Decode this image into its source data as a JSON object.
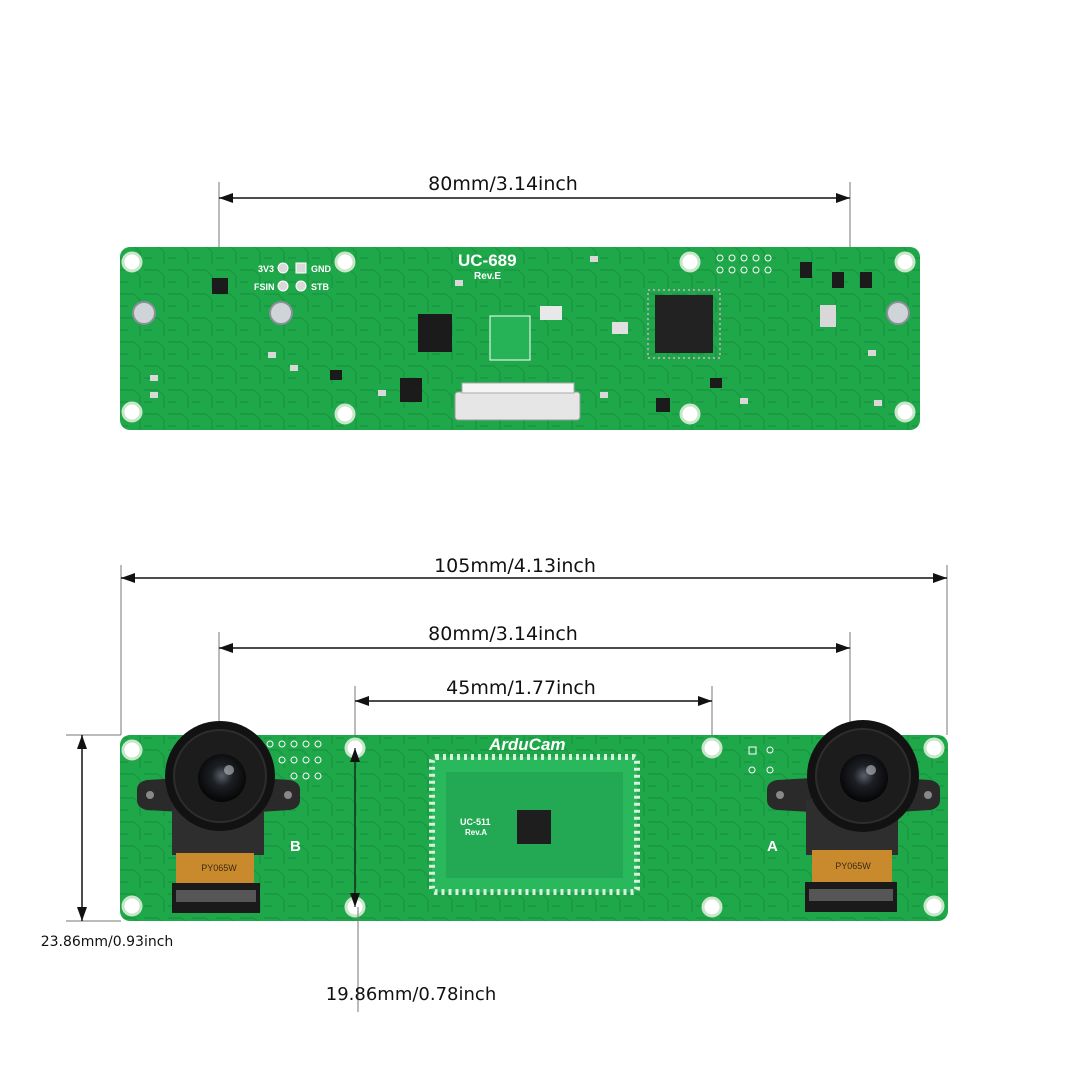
{
  "top_board": {
    "silkscreen": {
      "model": "UC-689",
      "revision": "Rev.E",
      "pin_3v3": "3V3",
      "pin_gnd": "GND",
      "pin_fsin": "FSIN",
      "pin_stb": "STB"
    },
    "dimensions": {
      "hole_spacing": "80mm/3.14inch"
    }
  },
  "bottom_board": {
    "silkscreen": {
      "brand": "ArduCam",
      "module_model": "UC-511",
      "module_revision": "Rev.A",
      "camera_b": "B",
      "camera_a": "A",
      "flex_left": "PY065W",
      "flex_right": "PY065W"
    },
    "dimensions": {
      "overall_length": "105mm/4.13inch",
      "camera_spacing": "80mm/3.14inch",
      "inner_hole_spacing": "45mm/1.77inch",
      "board_height": "23.86mm/0.93inch",
      "hole_height": "19.86mm/0.78inch"
    }
  },
  "colors": {
    "pcb_green": "#1fa84a",
    "pcb_trace": "#158a3a",
    "silkscreen": "#ffffff",
    "lens_black": "#151515",
    "flex_orange": "#c98a2e",
    "dimension_line": "#111111"
  }
}
